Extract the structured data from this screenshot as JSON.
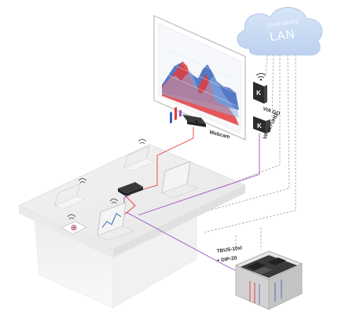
{
  "cloud": {
    "small_label": "CORPORATE",
    "big_label": "LAN"
  },
  "devices": {
    "via_go": "VIA GO",
    "vp_427uhd": "VP-427UHD",
    "webcam": "Webcam",
    "tbus_line1": "TBUS-10xl",
    "tbus_line2": "+ DIP-20"
  },
  "colors": {
    "cloud": "#c9dbf3",
    "red_cable": "#e53935",
    "purple_cable": "#9b4fc2",
    "dashed_cable": "#9a9a9a",
    "chart_red": "#e23b3b",
    "chart_blue": "#3a63b8",
    "device_dark": "#2b2b2b"
  }
}
